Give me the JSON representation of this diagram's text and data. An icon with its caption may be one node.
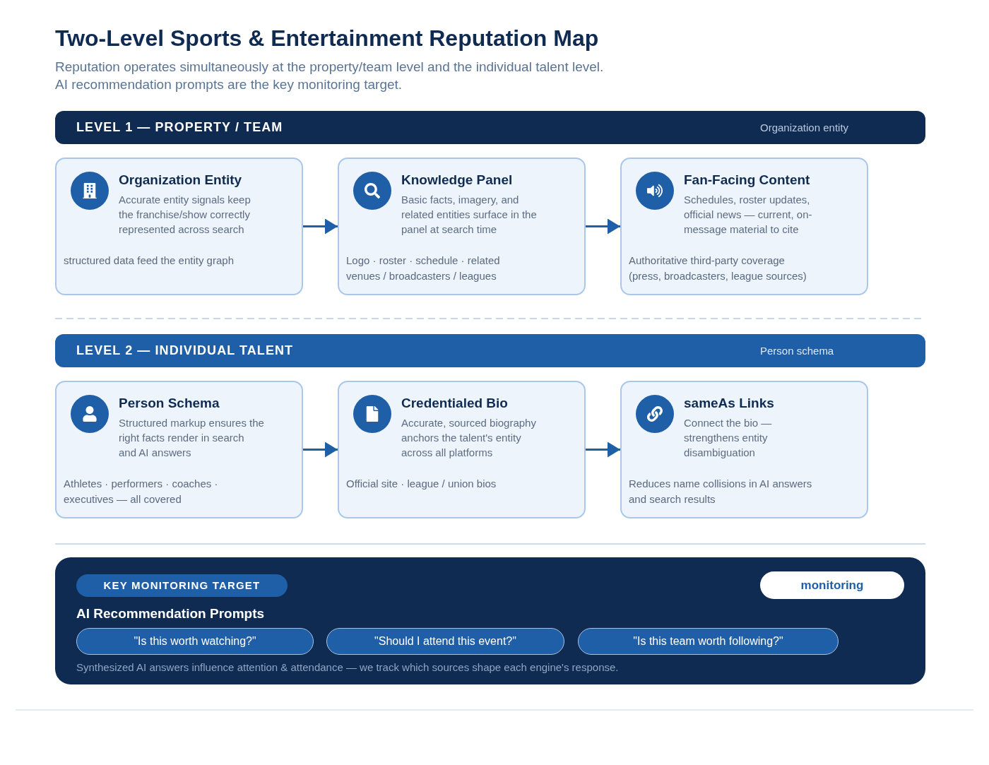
{
  "diagram": {
    "title": "Two-Level Sports & Entertainment Reputation Map",
    "nodes": [
      {
        "text": [
          "LEVEL 1 — PROPERTY / TEAM",
          "Organization entity"
        ]
      },
      {
        "text": [
          "Organization Entity",
          "Accurate entity signals keep the franchise/show correctly represented across search",
          "structured data feed the entity graph"
        ]
      },
      {
        "text": [
          "Knowledge Panel",
          "Basic facts, imagery, and related entities surface in the panel at search time",
          "Logo · roster · schedule · related venues / broadcasters / leagues"
        ]
      },
      {
        "text": [
          "Fan-Facing Content",
          "Schedules, roster updates, official news — current, on-message material to cite",
          "Authoritative third-party coverage (press, broadcasters, league sources)"
        ]
      },
      {
        "text": [
          "LEVEL 2 — INDIVIDUAL TALENT",
          "Person schema"
        ]
      },
      {
        "text": [
          "Person Schema",
          "Structured markup ensures the right facts render in search and AI answers",
          "Athletes · performers · coaches · executives — all covered"
        ]
      },
      {
        "text": [
          "Credentialed Bio",
          "Accurate, sourced biography anchors the talent's entity across all platforms",
          "Official site · league / union bios"
        ]
      },
      {
        "text": [
          "sameAs Links",
          "Connect the bio — strengthens entity disambiguation",
          "Reduces name collisions in AI answers and search results"
        ]
      },
      {
        "text": [
          "AI Recommendation Prompts",
          "Synthesized AI answers influence attention & attendance — we track which sources shape each engine's response."
        ]
      },
      {
        "text": [
          "KEY MONITORING TARGET"
        ],
        "in": 8
      },
      {
        "text": [
          "monitoring"
        ],
        "in": 8
      },
      {
        "text": [
          "\"Is this worth watching?\""
        ],
        "in": 8
      },
      {
        "text": [
          "\"Should I attend this event?\""
        ],
        "in": 8
      },
      {
        "text": [
          "\"Is this team worth following?\""
        ],
        "in": 8
      }
    ],
    "edges": [
      {
        "from": 1,
        "to": 2,
        "arrow": "to"
      },
      {
        "from": 2,
        "to": 3,
        "arrow": "to"
      },
      {
        "from": 5,
        "to": 6,
        "arrow": "to"
      },
      {
        "from": 6,
        "to": 7,
        "arrow": "to"
      }
    ],
    "labels": [
      "Reputation operates simultaneously at the property/team level and the individual talent level.",
      "AI recommendation prompts are the key monitoring target."
    ]
  }
}
